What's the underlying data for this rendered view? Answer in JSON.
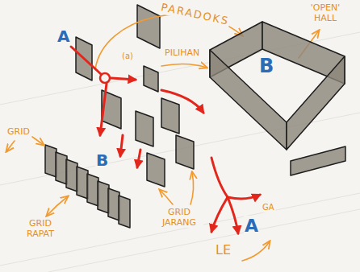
{
  "diagram": {
    "nodes": [
      {
        "text": [
          "B"
        ]
      }
    ],
    "labels": [
      "A",
      "PARADOKS",
      "PILIHAN",
      "(a)",
      "'OPEN' HALL",
      "GRID",
      "B",
      "GRID RAPAT",
      "GRID JARANG",
      "A",
      "LE",
      "GA"
    ]
  }
}
